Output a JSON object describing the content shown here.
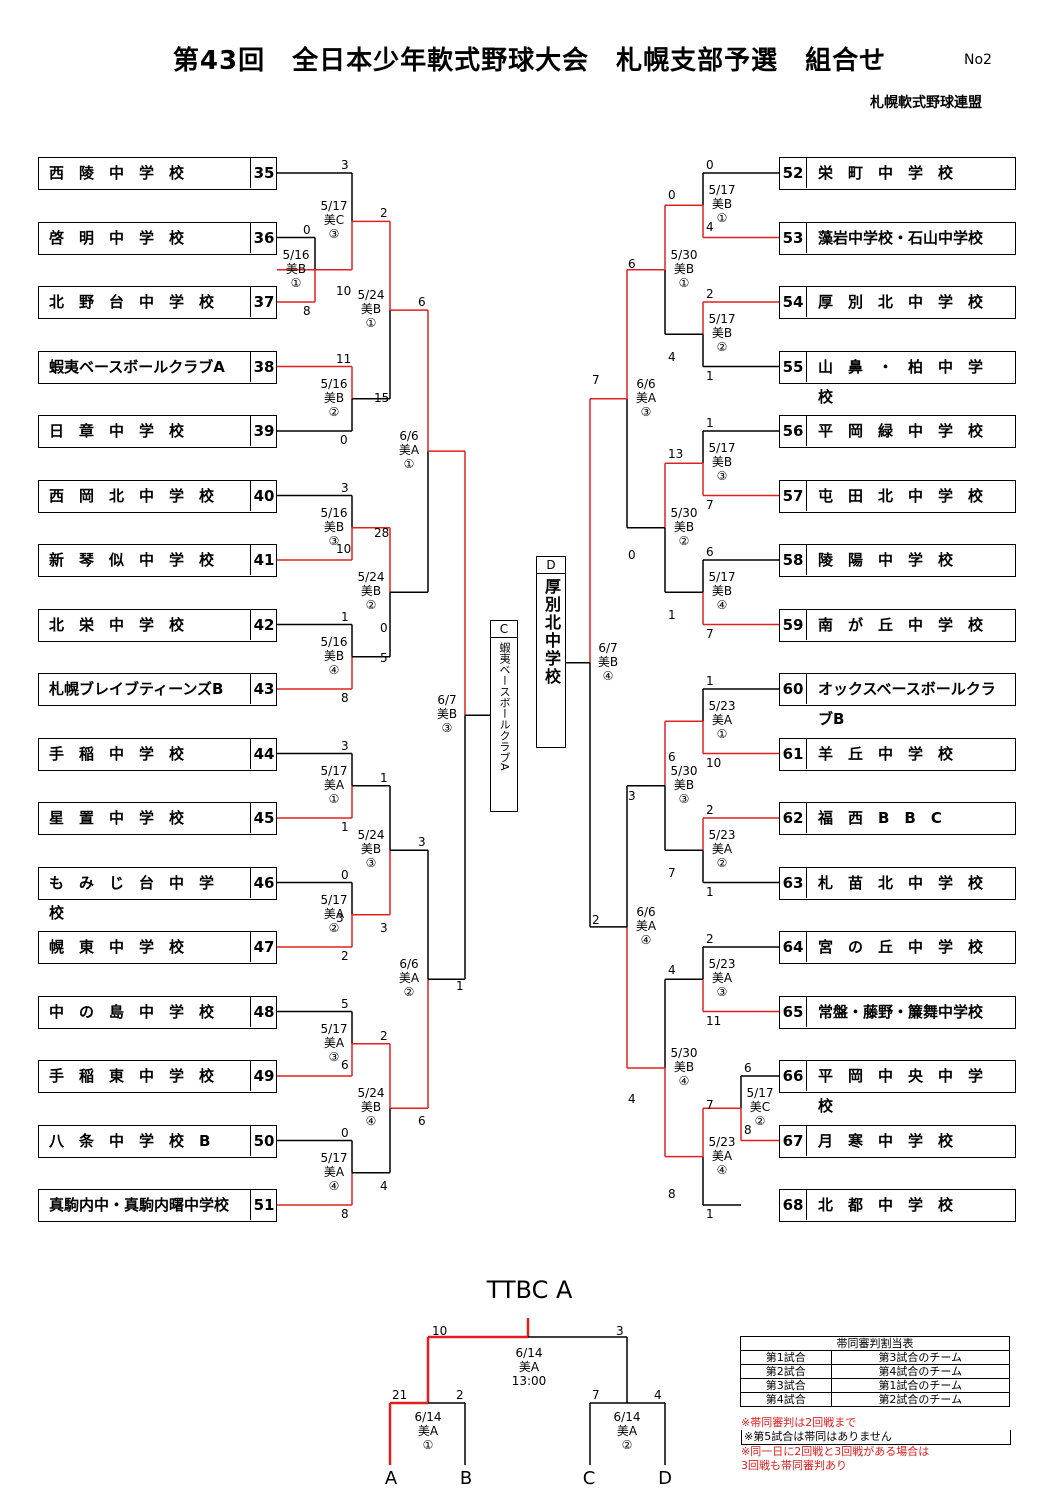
{
  "header": {
    "title": "第43回　全日本少年軟式野球大会　札幌支部予選　組合せ",
    "doc_no": "No2",
    "org": "札幌軟式野球連盟"
  },
  "left_teams": [
    {
      "no": "35",
      "name": "西　陵　中　学　校"
    },
    {
      "no": "36",
      "name": "啓　明　中　学　校"
    },
    {
      "no": "37",
      "name": "北　野　台　中　学　校"
    },
    {
      "no": "38",
      "name": "蝦夷ベースボールクラブA"
    },
    {
      "no": "39",
      "name": "日　章　中　学　校"
    },
    {
      "no": "40",
      "name": "西　岡　北　中　学　校"
    },
    {
      "no": "41",
      "name": "新　琴　似　中　学　校"
    },
    {
      "no": "42",
      "name": "北　栄　中　学　校"
    },
    {
      "no": "43",
      "name": "札幌ブレイブティーンズB"
    },
    {
      "no": "44",
      "name": "手　稲　中　学　校"
    },
    {
      "no": "45",
      "name": "星　置　中　学　校"
    },
    {
      "no": "46",
      "name": "も　み　じ　台　中　学　校"
    },
    {
      "no": "47",
      "name": "幌　東　中　学　校"
    },
    {
      "no": "48",
      "name": "中　の　島　中　学　校"
    },
    {
      "no": "49",
      "name": "手　稲　東　中　学　校"
    },
    {
      "no": "50",
      "name": "八　条　中　学　校　B"
    },
    {
      "no": "51",
      "name": "真駒内中・真駒内曙中学校"
    }
  ],
  "right_teams": [
    {
      "no": "52",
      "name": "栄　町　中　学　校"
    },
    {
      "no": "53",
      "name": "藻岩中学校・石山中学校"
    },
    {
      "no": "54",
      "name": "厚　別　北　中　学　校"
    },
    {
      "no": "55",
      "name": "山　鼻　・　柏　中　学　校"
    },
    {
      "no": "56",
      "name": "平　岡　緑　中　学　校"
    },
    {
      "no": "57",
      "name": "屯　田　北　中　学　校"
    },
    {
      "no": "58",
      "name": "陵　陽　中　学　校"
    },
    {
      "no": "59",
      "name": "南　が　丘　中　学　校"
    },
    {
      "no": "60",
      "name": "オックスベースボールクラブB"
    },
    {
      "no": "61",
      "name": "羊　丘　中　学　校"
    },
    {
      "no": "62",
      "name": "福　西　B　B　C"
    },
    {
      "no": "63",
      "name": "札　苗　北　中　学　校"
    },
    {
      "no": "64",
      "name": "宮　の　丘　中　学　校"
    },
    {
      "no": "65",
      "name": "常盤・藤野・簾舞中学校"
    },
    {
      "no": "66",
      "name": "平　岡　中　央　中　学　校"
    },
    {
      "no": "67",
      "name": "月　寒　中　学　校"
    },
    {
      "no": "68",
      "name": "北　都　中　学　校"
    }
  ],
  "left_games": [
    {
      "date": "5/16",
      "venue": "美B",
      "no": "①"
    },
    {
      "date": "5/17",
      "venue": "美C",
      "no": "③"
    },
    {
      "date": "5/16",
      "venue": "美B",
      "no": "②"
    },
    {
      "date": "5/24",
      "venue": "美B",
      "no": "①"
    },
    {
      "date": "5/16",
      "venue": "美B",
      "no": "③"
    },
    {
      "date": "5/16",
      "venue": "美B",
      "no": "④"
    },
    {
      "date": "5/24",
      "venue": "美B",
      "no": "②"
    },
    {
      "date": "6/6",
      "venue": "美A",
      "no": "①"
    },
    {
      "date": "5/17",
      "venue": "美A",
      "no": "①"
    },
    {
      "date": "5/17",
      "venue": "美A",
      "no": "②"
    },
    {
      "date": "5/24",
      "venue": "美B",
      "no": "③"
    },
    {
      "date": "5/17",
      "venue": "美A",
      "no": "③"
    },
    {
      "date": "5/17",
      "venue": "美A",
      "no": "④"
    },
    {
      "date": "5/24",
      "venue": "美B",
      "no": "④"
    },
    {
      "date": "6/6",
      "venue": "美A",
      "no": "②"
    },
    {
      "date": "6/7",
      "venue": "美B",
      "no": "③"
    }
  ],
  "right_games": [
    {
      "date": "5/17",
      "venue": "美B",
      "no": "①"
    },
    {
      "date": "5/17",
      "venue": "美B",
      "no": "②"
    },
    {
      "date": "5/30",
      "venue": "美B",
      "no": "①"
    },
    {
      "date": "5/17",
      "venue": "美B",
      "no": "③"
    },
    {
      "date": "5/17",
      "venue": "美B",
      "no": "④"
    },
    {
      "date": "5/30",
      "venue": "美B",
      "no": "②"
    },
    {
      "date": "6/6",
      "venue": "美A",
      "no": "③"
    },
    {
      "date": "5/23",
      "venue": "美A",
      "no": "①"
    },
    {
      "date": "5/23",
      "venue": "美A",
      "no": "②"
    },
    {
      "date": "5/30",
      "venue": "美B",
      "no": "③"
    },
    {
      "date": "5/23",
      "venue": "美A",
      "no": "③"
    },
    {
      "date": "5/17",
      "venue": "美C",
      "no": "②"
    },
    {
      "date": "5/23",
      "venue": "美A",
      "no": "④"
    },
    {
      "date": "5/30",
      "venue": "美B",
      "no": "④"
    },
    {
      "date": "6/6",
      "venue": "美A",
      "no": "④"
    },
    {
      "date": "6/7",
      "venue": "美B",
      "no": "④"
    }
  ],
  "left_scores": [
    "3",
    "0",
    "10",
    "8",
    "2",
    "11",
    "15",
    "0",
    "6",
    "3",
    "28",
    "10",
    "1",
    "0",
    "5",
    "8",
    "3",
    "1",
    "1",
    "3",
    "3",
    "0",
    "3",
    "2",
    "5",
    "2",
    "6",
    "1",
    "0",
    "4",
    "8",
    "6"
  ],
  "right_scores": [
    "0",
    "0",
    "4",
    "6",
    "2",
    "4",
    "1",
    "7",
    "1",
    "13",
    "7",
    "0",
    "6",
    "1",
    "7",
    "1",
    "6",
    "10",
    "2",
    "7",
    "3",
    "1",
    "2",
    "4",
    "11",
    "6",
    "8",
    "7",
    "8",
    "1",
    "4",
    "2"
  ],
  "winner_c": {
    "label": "C",
    "name": "蝦夷ベースボールクラブA"
  },
  "winner_d": {
    "label": "D",
    "name": "厚別北中学校"
  },
  "final": {
    "title": "TTBC A",
    "main_game": {
      "date": "6/14",
      "venue": "美A",
      "time": "13:00"
    },
    "game1": {
      "date": "6/14",
      "venue": "美A",
      "no": "①"
    },
    "game2": {
      "date": "6/14",
      "venue": "美A",
      "no": "②"
    },
    "scores": [
      "10",
      "3",
      "21",
      "2",
      "7",
      "4"
    ],
    "letters": [
      "A",
      "B",
      "C",
      "D"
    ]
  },
  "umpire_table": {
    "title": "帯同審判割当表",
    "rows": [
      [
        "第1試合",
        "第3試合のチーム"
      ],
      [
        "第2試合",
        "第4試合のチーム"
      ],
      [
        "第3試合",
        "第1試合のチーム"
      ],
      [
        "第4試合",
        "第2試合のチーム"
      ]
    ],
    "notes": [
      "※帯同審判は2回戦まで",
      "※第5試合は帯同はありません",
      "※同一日に2回戦と3回戦がある場合は",
      "3回戦も帯同審判あり"
    ]
  },
  "colors": {
    "winner_line": "#e02020",
    "line": "#000000"
  }
}
